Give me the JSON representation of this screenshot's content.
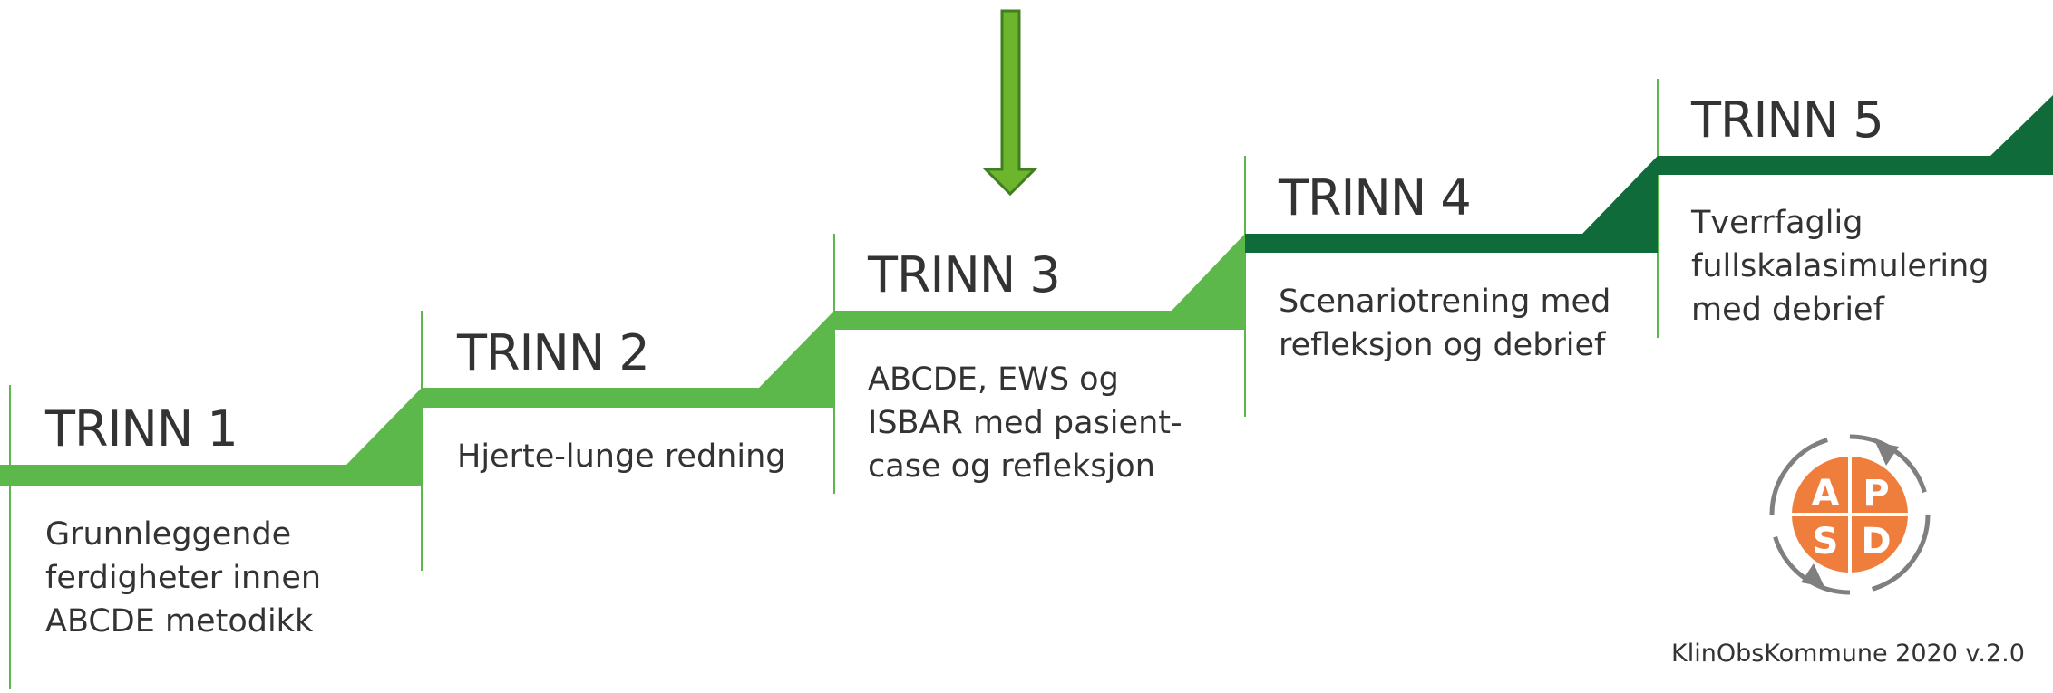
{
  "steps": [
    {
      "title": "TRINN 1",
      "lines": [
        "Grunnleggende",
        "ferdigheter innen",
        "ABCDE metodikk"
      ]
    },
    {
      "title": "TRINN 2",
      "lines": [
        "Hjerte-lunge redning"
      ]
    },
    {
      "title": "TRINN 3",
      "lines": [
        "ABCDE, EWS og",
        "ISBAR med pasient-",
        "case og refleksjon"
      ]
    },
    {
      "title": "TRINN 4",
      "lines": [
        "Scenariotrening med",
        "refleksjon og debrief"
      ]
    },
    {
      "title": "TRINN 5",
      "lines": [
        "Tverrfaglig",
        "fullskalasimulering",
        "med debrief"
      ]
    }
  ],
  "logo": {
    "letters": [
      "A",
      "P",
      "S",
      "D"
    ]
  },
  "footer": "KlinObsKommune 2020 v.2.0",
  "colors": {
    "light_green": "#5cb84a",
    "dark_green": "#0f6b3a",
    "arrow_green": "#6cb52d",
    "logo_orange": "#ef7d3c",
    "logo_arrows": "#7f7f7f"
  }
}
